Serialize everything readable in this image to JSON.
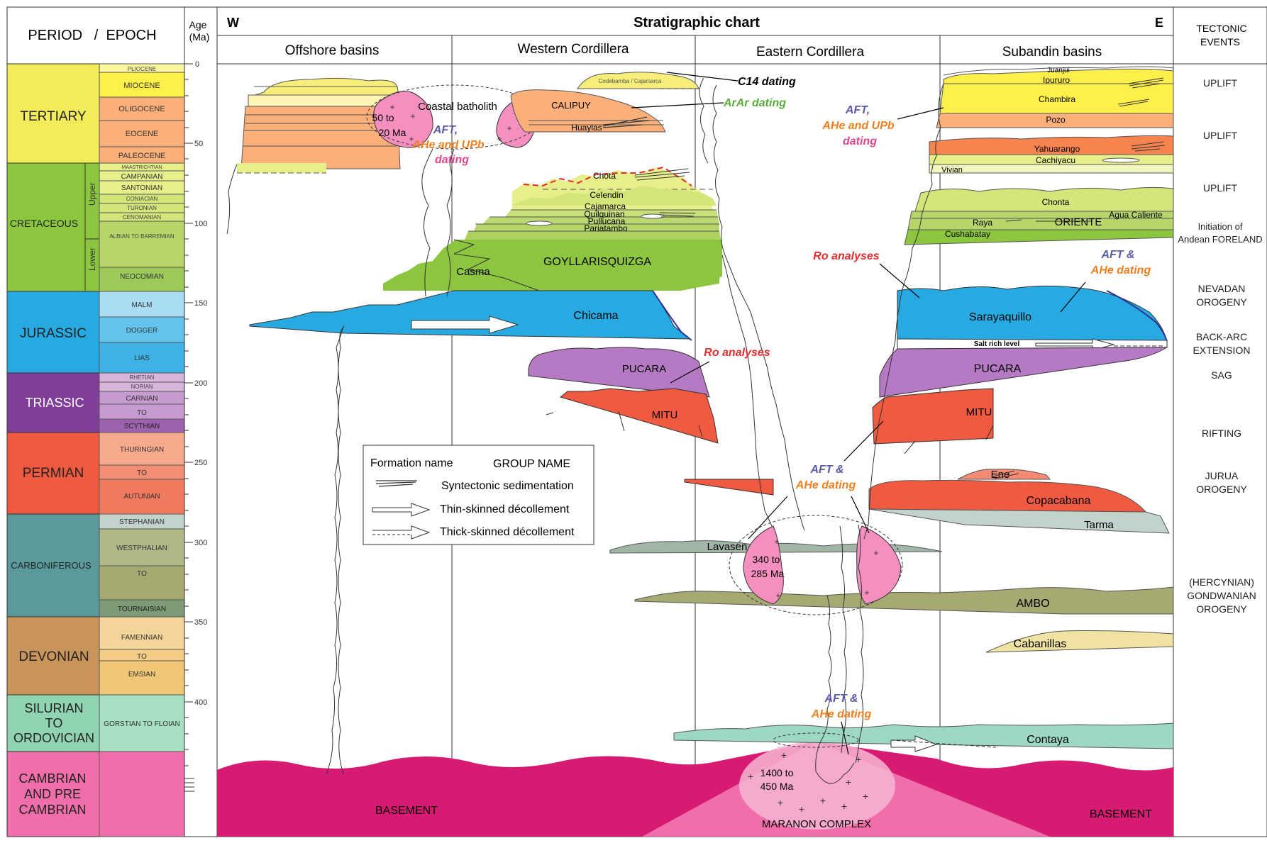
{
  "title": "Stratigraphic chart",
  "west_label": "W",
  "east_label": "E",
  "header": {
    "period_epoch": "PERIOD   /  EPOCH",
    "age_line1": "Age",
    "age_line2": "(Ma)",
    "tectonic_line1": "TECTONIC",
    "tectonic_line2": "EVENTS"
  },
  "columns": {
    "offshore": "Offshore basins",
    "western": "Western Cordillera",
    "eastern": "Eastern Cordillera",
    "subandin": "Subandin basins"
  },
  "age_ticks": [
    "0",
    "50",
    "100",
    "150",
    "200",
    "250",
    "300",
    "350",
    "400"
  ],
  "periods": [
    {
      "key": "tertiary",
      "lines": [
        "TERTIARY"
      ],
      "color": "#f2ec5a"
    },
    {
      "key": "cretaceous",
      "lines": [
        "CRETACEOUS"
      ],
      "color": "#8cc63f"
    },
    {
      "key": "jurassic",
      "lines": [
        "JURASSIC"
      ],
      "color": "#27a9e1"
    },
    {
      "key": "triassic",
      "lines": [
        "TRIASSIC"
      ],
      "color": "#7f3f98"
    },
    {
      "key": "permian",
      "lines": [
        "PERMIAN"
      ],
      "color": "#ef5a41"
    },
    {
      "key": "carboniferous",
      "lines": [
        "CARBONIFEROUS"
      ],
      "color": "#5a9a9a"
    },
    {
      "key": "devonian",
      "lines": [
        "DEVONIAN"
      ],
      "color": "#c8945a"
    },
    {
      "key": "silurian",
      "lines": [
        "SILURIAN",
        "TO",
        "ORDOVICIAN"
      ],
      "color": "#8fd3b0"
    },
    {
      "key": "cambrian",
      "lines": [
        "CAMBRIAN",
        "AND PRE",
        "CAMBRIAN"
      ],
      "color": "#f06ea9"
    }
  ],
  "cretaceous_sub": {
    "upper": "Upper",
    "lower": "Lower"
  },
  "epochs": [
    {
      "label": "PLIOCENE",
      "color": "#fdf7a0"
    },
    {
      "label": "MIOCENE",
      "color": "#fef04a"
    },
    {
      "label": "OLIGOCENE",
      "color": "#fbb07a"
    },
    {
      "label": "EOCENE",
      "color": "#fbb07a"
    },
    {
      "label": "PALEOCENE",
      "color": "#fbb07a"
    },
    {
      "label": "MAASTRICHTIAN",
      "color": "#e6ef8a"
    },
    {
      "label": "CAMPANIAN",
      "color": "#e6ef8a"
    },
    {
      "label": "SANTONIAN",
      "color": "#e6ef8a"
    },
    {
      "label": "CONIACIAN",
      "color": "#d4e67a"
    },
    {
      "label": "TURONIAN",
      "color": "#d4e67a"
    },
    {
      "label": "CENOMANIAN",
      "color": "#d4e67a"
    },
    {
      "label": "ALBIAN TO BARREMIAN",
      "color": "#b6d66a"
    },
    {
      "label": "NEOCOMIAN",
      "color": "#9cc95a"
    },
    {
      "label": "MALM",
      "color": "#a9dcf3"
    },
    {
      "label": "DOGGER",
      "color": "#62c3ec"
    },
    {
      "label": "LIAS",
      "color": "#3fb2e6"
    },
    {
      "label": "RHETIAN",
      "color": "#d8b6dc"
    },
    {
      "label": "NORIAN",
      "color": "#d8b6dc"
    },
    {
      "label": "CARNIAN",
      "color": "#c79ad0"
    },
    {
      "label": "TO",
      "color": "#c79ad0"
    },
    {
      "label": "SCYTHIAN",
      "color": "#9c62ad"
    },
    {
      "label": "THURINGIAN",
      "color": "#f7a98e"
    },
    {
      "label": "TO",
      "color": "#f38d73"
    },
    {
      "label": "AUTUNIAN",
      "color": "#f07a60"
    },
    {
      "label": "STEPHANIAN",
      "color": "#c2d3cb"
    },
    {
      "label": "WESTPHALIAN",
      "color": "#b1b888"
    },
    {
      "label": "TO",
      "color": "#a7a972"
    },
    {
      "label": "TOURNAISIAN",
      "color": "#7f9a77"
    },
    {
      "label": "FAMENNIAN",
      "color": "#f5d499"
    },
    {
      "label": "TO",
      "color": "#f3cd86"
    },
    {
      "label": "EMSIAN",
      "color": "#f0c776"
    },
    {
      "label": "GORSTIAN TO FLOIAN",
      "color": "#a6dfc2"
    }
  ],
  "tectonic_events": [
    {
      "lines": [
        "UPLIFT"
      ]
    },
    {
      "lines": [
        "UPLIFT"
      ]
    },
    {
      "lines": [
        "UPLIFT"
      ]
    },
    {
      "lines": [
        "Initiation of",
        "Andean FORELAND"
      ]
    },
    {
      "lines": [
        "NEVADAN",
        "OROGENY"
      ]
    },
    {
      "lines": [
        "BACK-ARC",
        "EXTENSION"
      ]
    },
    {
      "lines": [
        "SAG"
      ]
    },
    {
      "lines": [
        "RIFTING"
      ]
    },
    {
      "lines": [
        "JURUA",
        "OROGENY"
      ]
    },
    {
      "lines": [
        "(HERCYNIAN)",
        "GONDWANIAN",
        "OROGENY"
      ]
    }
  ],
  "formations": {
    "coastal_batholith": "Coastal batholith",
    "batholith_age_1": "50 to",
    "batholith_age_2": "20 Ma",
    "codebamba": "Codebamba / Cajamarca",
    "calipuy": "CALIPUY",
    "huaylas": "Huaylas",
    "chota": "Chota",
    "celendin": "Celendin",
    "cajamarca": "Cajamarca",
    "quilquinan": "Quilquinan",
    "pullucana": "Pullucana",
    "pariatambo": "Pariatambo",
    "goyllarisquizga": "GOYLLARISQUIZGA",
    "casma": "Casma",
    "chicama": "Chicama",
    "pucara_w": "PUCARA",
    "mitu_w": "MITU",
    "juanjui": "Juanjui",
    "ipururo": "Ipururo",
    "chambira": "Chambira",
    "pozo": "Pozo",
    "yahuarango": "Yahuarango",
    "cachiyacu": "Cachiyacu",
    "vivian": "Vivian",
    "chonta": "Chonta",
    "raya": "Raya",
    "oriente": "ORIENTE",
    "agua_caliente": "Agua Caliente",
    "cushabatay": "Cushabatay",
    "sarayaquillo": "Sarayaquillo",
    "salt_rich": "Salt rich level",
    "pucara_e": "PUCARA",
    "mitu_e": "MITU",
    "ene": "Ene",
    "copacabana": "Copacabana",
    "tarma": "Tarma",
    "lavasen": "Lavasen",
    "ec_age_1": "340 to",
    "ec_age_2": "285 Ma",
    "ambo": "AMBO",
    "cabanillas": "Cabanillas",
    "contaya": "Contaya",
    "maranon_age_1": "1400 to",
    "maranon_age_2": "450 Ma",
    "basement_w": "BASEMENT",
    "basement_e": "BASEMENT",
    "maranon": "MARANON COMPLEX"
  },
  "dating": {
    "c14": "C14 dating",
    "arar": "ArAr dating",
    "aft": "AFT,",
    "ahe_upb": "AHe and UPb",
    "dating_word": "dating",
    "ro_1": "Ro analyses",
    "ro_2": "Ro analyses",
    "aft_and": "AFT &",
    "ahe_dating": "AHe dating"
  },
  "legend": {
    "formation_name": "Formation name",
    "group_name": "GROUP NAME",
    "syntectonic": "Syntectonic sedimentation",
    "thin_skinned": "Thin-skinned décollement",
    "thick_skinned": "Thick-skinned décollement"
  },
  "colors": {
    "blue_text": "#5a5aa8",
    "orange_text": "#f07f1e",
    "magenta_text": "#e0468c",
    "green_text": "#5aab3a",
    "red_text": "#e12d2d"
  }
}
